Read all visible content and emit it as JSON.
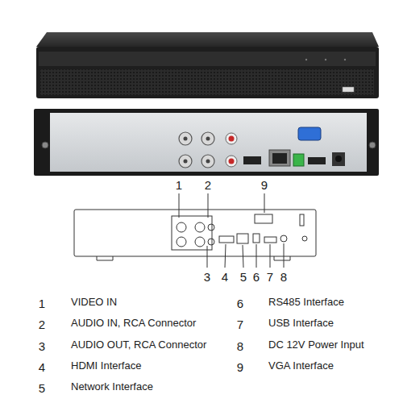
{
  "diagram": {
    "labels": [
      "1",
      "2",
      "9",
      "3",
      "4",
      "5",
      "6",
      "7",
      "8",
      "1",
      "VIDEO IN",
      "2",
      "AUDIO IN, RCA Connector",
      "3",
      "AUDIO OUT, RCA Connector",
      "4",
      "HDMI Interface",
      "5",
      "Network Interface",
      "6",
      "RS485 Interface",
      "7",
      "USB Interface",
      "8",
      "DC 12V Power Input",
      "9",
      "VGA Interface"
    ]
  }
}
